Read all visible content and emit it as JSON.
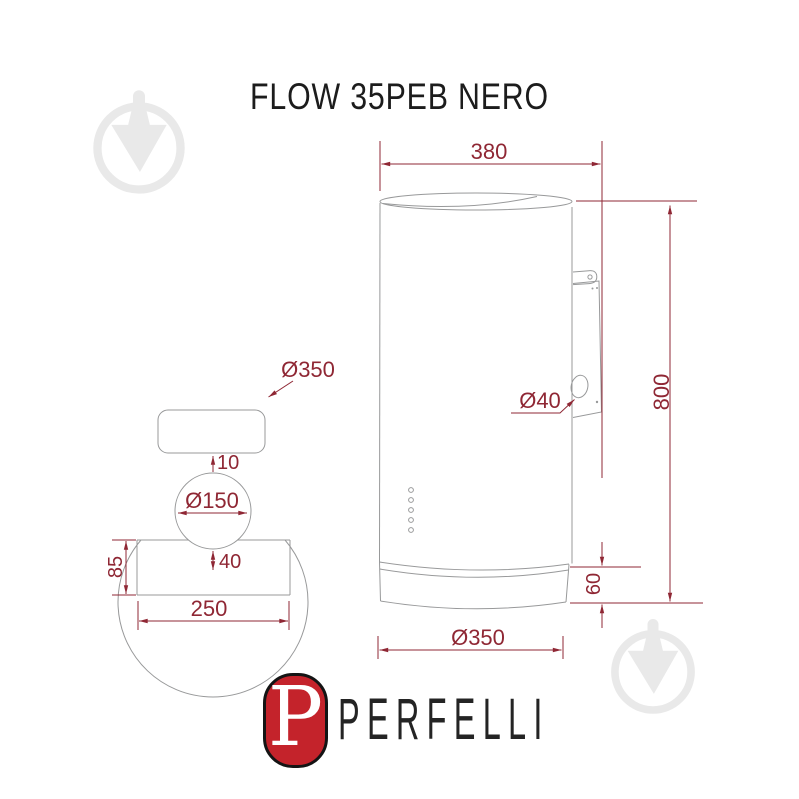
{
  "title": "FLOW 35PEB NERO",
  "side_view": {
    "dim_width_top": "380",
    "dim_height": "800",
    "dim_hole": "Ø40",
    "dim_band_height": "60",
    "dim_bottom_diameter": "Ø350"
  },
  "top_view": {
    "dim_diameter": "Ø350",
    "dim_slot_gap": "10",
    "dim_duct_diameter": "Ø150",
    "dim_duct_offset": "40",
    "dim_back_height": "85",
    "dim_back_width": "250"
  },
  "brand": {
    "logo_letter": "P",
    "name": "PERFELLI"
  },
  "colors": {
    "dimension_red": "#8f2734",
    "drawing_gray": "#98999a",
    "logo_red": "#c4232b",
    "logo_outline": "#141414",
    "watermark_gray": "#e9e9e9",
    "title_color": "#1c1c1c"
  },
  "icons": {
    "watermark": "trowel-in-circle-watermark-icon"
  }
}
